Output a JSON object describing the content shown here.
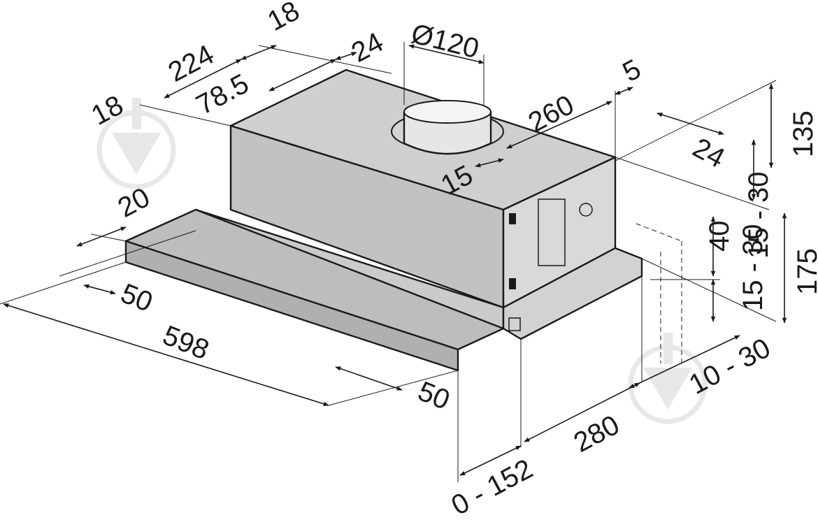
{
  "diagram": {
    "dimensions": {
      "d18_top": "18",
      "d224": "224",
      "d24_top": "24",
      "d120": "Ø120",
      "d18_left": "18",
      "d78_5": "78.5",
      "d260": "260",
      "d5": "5",
      "d135": "135",
      "d24_right": "24",
      "d15": "15",
      "d20": "20",
      "d40": "40",
      "d15_30": "15 - 30",
      "d175": "175",
      "d50_left": "50",
      "d598": "598",
      "d50_bottom": "50",
      "d10_30": "10 - 30",
      "d280": "280",
      "d0_152": "0 - 152"
    }
  }
}
